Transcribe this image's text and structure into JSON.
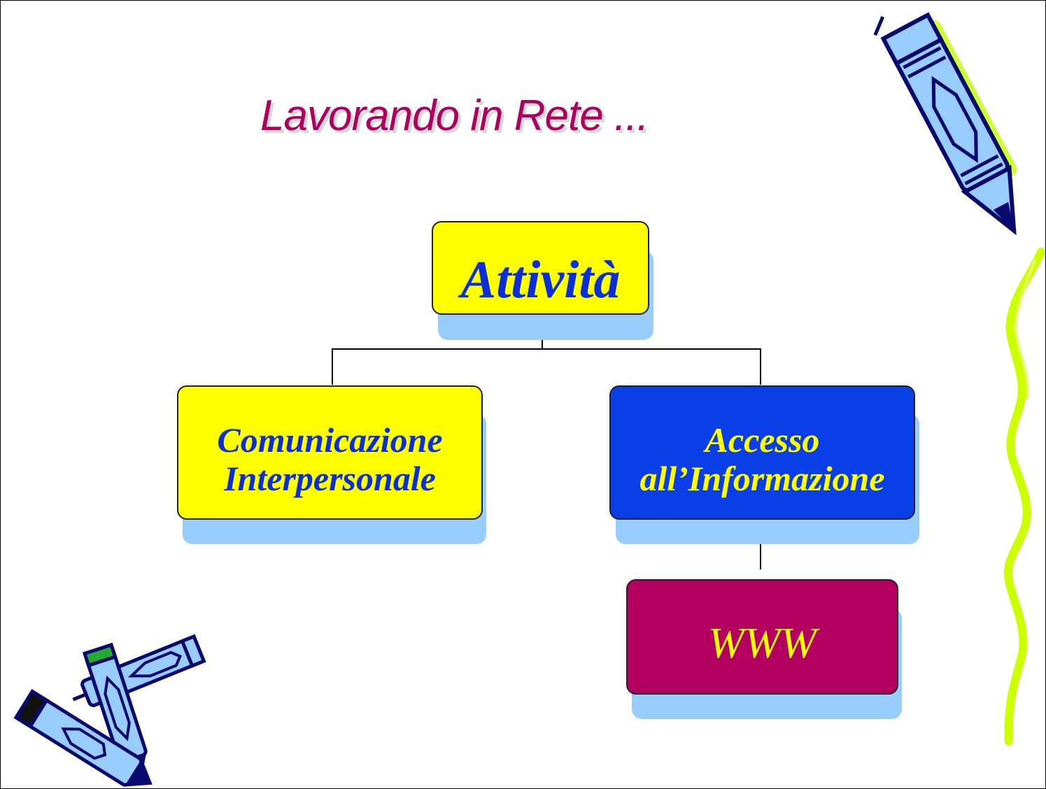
{
  "slide": {
    "title": "Lavorando in Rete ..."
  },
  "diagram": {
    "root": {
      "label": "Attività",
      "fill": "#ffff00",
      "text_color": "#0b2fd6"
    },
    "left": {
      "line1": "Comunicazione",
      "line2": "Interpersonale",
      "fill": "#ffff00",
      "text_color": "#0b2fd6"
    },
    "right": {
      "line1": "Accesso",
      "line2": "all’Informazione",
      "fill": "#0a3ee6",
      "text_color": "#ffff00"
    },
    "child": {
      "label": "WWW",
      "fill": "#b30060",
      "text_color": "#ffff00"
    }
  },
  "colors": {
    "title": "#b0005e",
    "box_shadow": "#99ccff",
    "lines": "#000000",
    "squiggle": "#ccff00"
  },
  "icons": [
    "pen-icon",
    "pencils-icon",
    "squiggle-decoration"
  ]
}
